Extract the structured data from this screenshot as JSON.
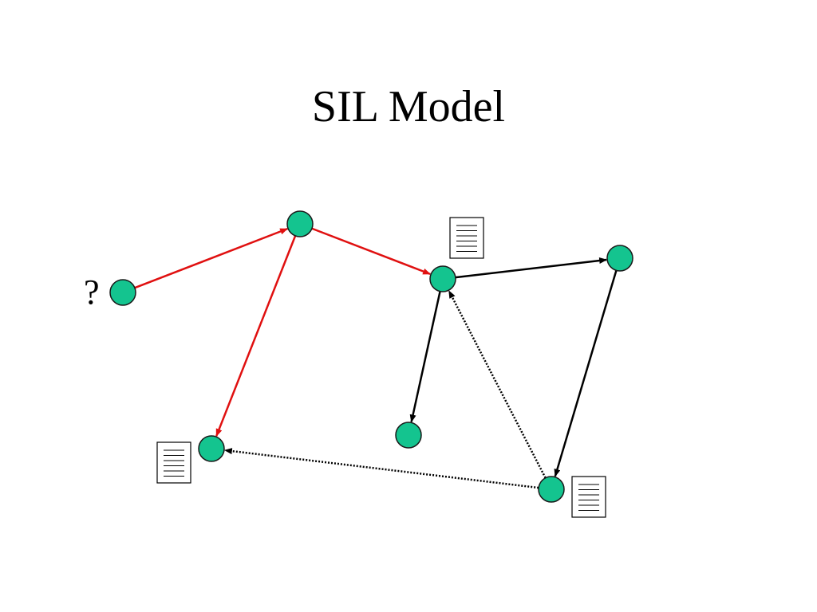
{
  "title": "SIL Model",
  "query_label": "?",
  "colors": {
    "node_fill": "#14c48f",
    "node_stroke": "#1a1a1a",
    "query_path": "#e01010",
    "link": "#000000",
    "document": "#000000"
  },
  "nodes": [
    {
      "id": "query-node"
    },
    {
      "id": "top-node"
    },
    {
      "id": "center-node"
    },
    {
      "id": "right-node"
    },
    {
      "id": "lower-middle-node"
    },
    {
      "id": "bottom-left-node"
    },
    {
      "id": "bottom-right-node"
    }
  ],
  "edges": [
    {
      "from": "query-node",
      "to": "top-node",
      "style": "query_path"
    },
    {
      "from": "top-node",
      "to": "center-node",
      "style": "query_path"
    },
    {
      "from": "top-node",
      "to": "bottom-left-node",
      "style": "query_path"
    },
    {
      "from": "center-node",
      "to": "right-node",
      "style": "solid"
    },
    {
      "from": "center-node",
      "to": "lower-middle-node",
      "style": "solid"
    },
    {
      "from": "right-node",
      "to": "bottom-right-node",
      "style": "solid"
    },
    {
      "from": "bottom-right-node",
      "to": "center-node",
      "style": "dotted"
    },
    {
      "from": "bottom-right-node",
      "to": "bottom-left-node",
      "style": "dotted"
    }
  ],
  "documents": [
    {
      "attached_to": "center-node"
    },
    {
      "attached_to": "bottom-left-node"
    },
    {
      "attached_to": "bottom-right-node"
    }
  ]
}
